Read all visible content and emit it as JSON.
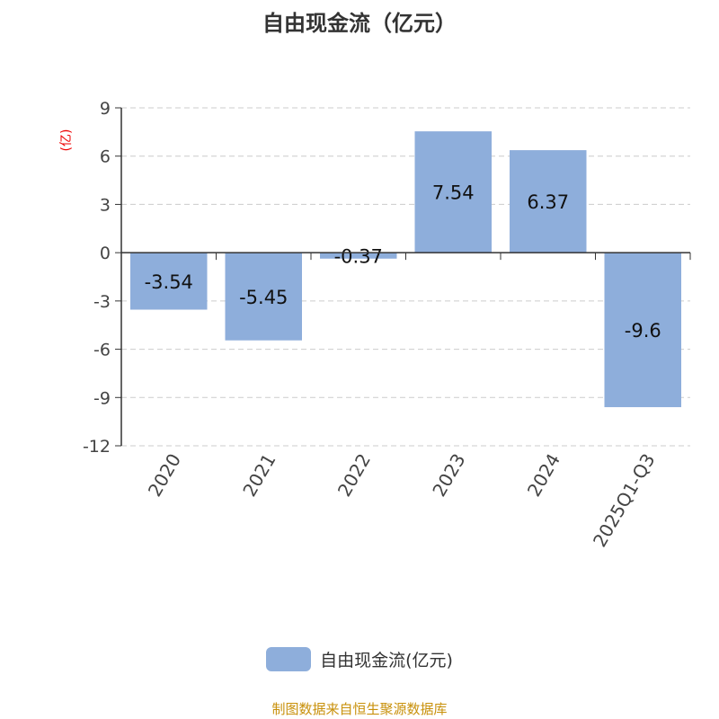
{
  "chart_data": {
    "type": "bar",
    "title": "自由现金流（亿元）",
    "ylabel": "(亿)",
    "xlabel": "",
    "categories": [
      "2020",
      "2021",
      "2022",
      "2023",
      "2024",
      "2025Q1-Q3"
    ],
    "series": [
      {
        "name": "自由现金流(亿元)",
        "values": [
          -3.54,
          -5.45,
          -0.37,
          7.54,
          6.37,
          -9.6
        ]
      }
    ],
    "data_labels": [
      "-3.54",
      "-5.45",
      "-0.37",
      "7.54",
      "6.37",
      "-9.6"
    ],
    "ylim": [
      -12,
      9
    ],
    "yticks": [
      9,
      6,
      3,
      0,
      -3,
      -6,
      -9,
      -12
    ],
    "grid": true,
    "legend": "bottom",
    "bar_color": "#8eaedb"
  },
  "footer": "制图数据来自恒生聚源数据库"
}
